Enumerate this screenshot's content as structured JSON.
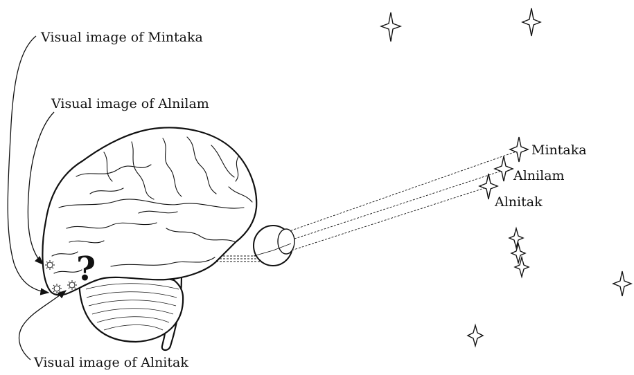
{
  "labels": {
    "visual_mintaka": "Visual image of  Mintaka",
    "visual_alnilam": "Visual image of  Alnilam",
    "visual_alnitak": "Visual image of  Alnitak",
    "star_mintaka": "Mintaka",
    "star_alnilam": "Alnilam",
    "star_alnitak": "Alnitak",
    "question": "?"
  },
  "icons": {
    "star": "four-point-star-icon",
    "eye": "eye-icon",
    "brain": "brain-icon",
    "image_spot": "sun-burst-icon"
  }
}
